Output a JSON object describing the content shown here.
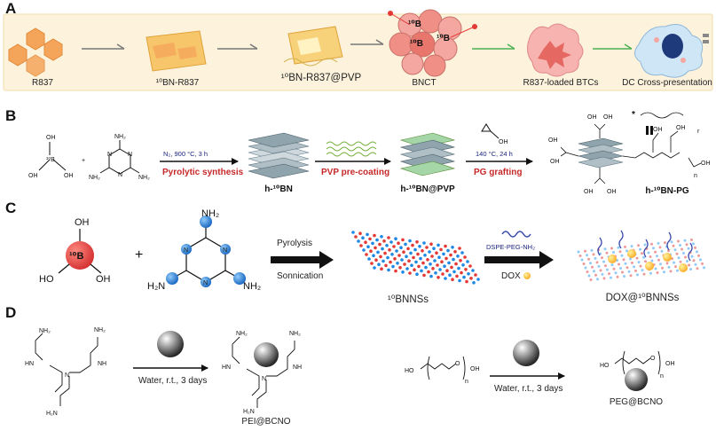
{
  "panelA": {
    "label": "A",
    "background": "#fdf3dc",
    "captions": [
      "R837",
      "¹⁰BN-R837",
      "¹⁰BN-R837@PVP",
      "BNCT",
      "R837-loaded BTCs",
      "DC Cross-presentation"
    ],
    "boron_labels": [
      "¹⁰B",
      "¹⁰B",
      "¹⁰B"
    ]
  },
  "panelB": {
    "label": "B",
    "cond1": "N₂, 900 °C, 3 h",
    "step1": "Pyrolytic synthesis",
    "step2": "PVP pre-coating",
    "cond3": "140 °C, 24 h",
    "step3": "PG grafting",
    "oh": "OH",
    "nh2": "NH₂",
    "boron": "¹⁰B",
    "n_atom": "N",
    "plus": "+",
    "star": "*",
    "sub_n": "n",
    "sub_r": "r",
    "products": [
      "h-¹⁰BN",
      "h-¹⁰BN@PVP",
      "h-¹⁰BN-PG"
    ]
  },
  "panelC": {
    "label": "C",
    "oh": "OH",
    "ho": "HO",
    "boron": "¹⁰B",
    "nh2": "NH₂",
    "h2n": "H₂N",
    "n_atom": "N",
    "plus": "+",
    "arrow1_top": "Pyrolysis",
    "arrow1_bottom": "Sonnication",
    "product1": "¹⁰BNNSs",
    "reagent": "DSPE-PEG-NH₂",
    "dox": "DOX",
    "product2": "DOX@¹⁰BNNSs"
  },
  "panelD": {
    "label": "D",
    "amine": "NH₂",
    "amine_h": "H₂N",
    "hn": "HN",
    "nh": "NH",
    "n_atom": "N",
    "ho": "HO",
    "oh": "OH",
    "o_atom": "O",
    "sub_n": "n",
    "cond_left": "Water, r.t., 3 days",
    "cond_right": "Water, r.t., 3 days",
    "product_left": "PEI@BCNO",
    "product_right": "PEG@BCNO"
  },
  "colors": {
    "arrow_gray": "#777777",
    "arrow_green": "#4caf50",
    "red_text": "#c62828",
    "boron_red": "#e53935",
    "nitrogen_blue": "#1e88e5",
    "tumor_pink": "#f4a7a0"
  }
}
